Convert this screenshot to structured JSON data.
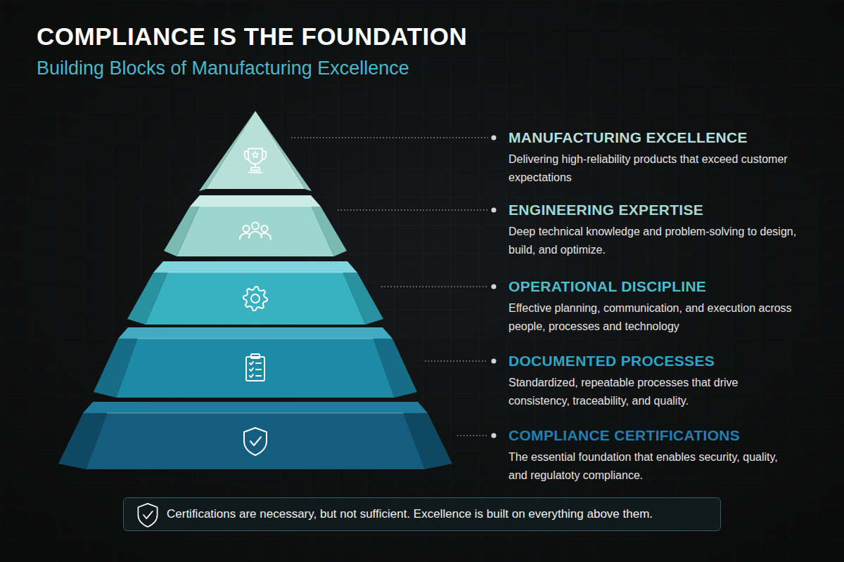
{
  "diagram": {
    "title": "COMPLIANCE IS THE FOUNDATION",
    "nodes": [
      {
        "text": [
          "MANUFACTURING EXCELLENCE",
          "Delivering high-reliability products that exceed customer expectations"
        ]
      },
      {
        "text": [
          "ENGINEERING EXPERTISE",
          "Deep technical knowledge and problem-solving to design, build, and optimize."
        ]
      },
      {
        "text": [
          "OPERATIONAL DISCIPLINE",
          "Effective planning, communication, and execution across people, processes and technology"
        ]
      },
      {
        "text": [
          "DOCUMENTED PROCESSES",
          "Standardized, repeatable processes that drive consistency, traceability, and quality."
        ]
      },
      {
        "text": [
          "COMPLIANCE CERTIFICATIONS",
          "The essential foundation that enables security, quality, and regulatoty compliance."
        ]
      },
      {
        "text": [
          "Certifications are necessary, but not sufficient. Excellence is built on everything above them."
        ]
      }
    ],
    "labels": [
      "Building Blocks of Manufacturing Excellence"
    ]
  }
}
